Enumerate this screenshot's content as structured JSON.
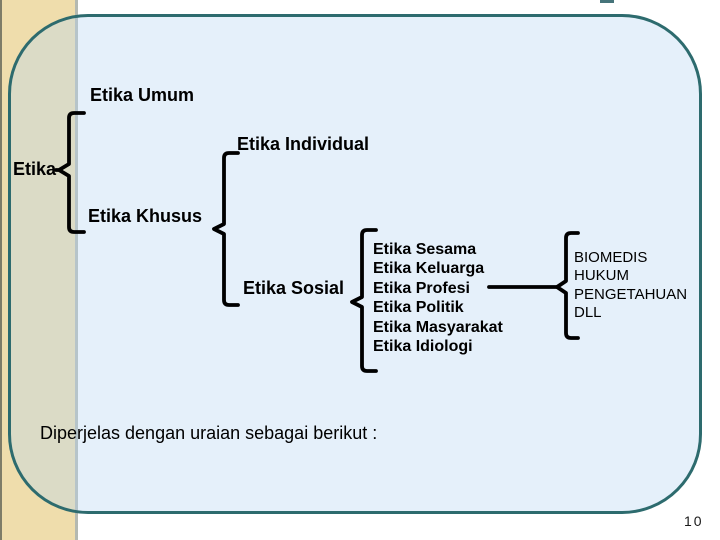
{
  "page": {
    "number": "10"
  },
  "caption": "Diperjelas dengan uraian sebagai berikut :",
  "diagram": {
    "root": "Etika",
    "umum": "Etika Umum",
    "khusus": "Etika Khusus",
    "individual": "Etika Individual",
    "sosial": "Etika Sosial",
    "sosial_children": [
      "Etika Sesama",
      "Etika Keluarga",
      "Etika Profesi",
      "Etika Politik",
      "Etika Masyarakat",
      "Etika Idiologi"
    ],
    "profesi_children": [
      "BIOMEDIS",
      "HUKUM",
      "PENGETAHUAN",
      "DLL"
    ]
  },
  "colors": {
    "slide_background": "#ffffff",
    "panel_fill": "#e6f1fb",
    "panel_border": "#2d6b6e",
    "left_strip": "#efddac",
    "strip_panel_overlap": "#dcddc2",
    "text": "#000000"
  }
}
